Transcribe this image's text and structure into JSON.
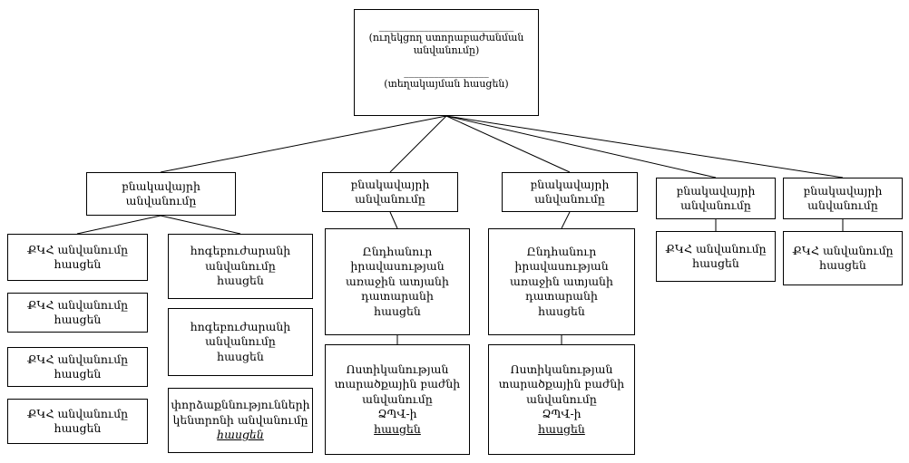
{
  "page": {
    "background": "#ffffff",
    "line_color": "#000000",
    "box_border_color": "#000000"
  },
  "root": {
    "blank_long": "___________________________",
    "caption_unit_lines": [
      "(ուղեկցող ստորաբաժանման",
      "անվանումը)"
    ],
    "blank_short": "_________________",
    "caption_address": "(տեղակայման հասցեն)"
  },
  "branches": [
    {
      "label_lines": [
        "բնակավայրի",
        "անվանումը"
      ],
      "prisons": [
        [
          "ՔԿՀ անվանումը",
          "հասցեն"
        ],
        [
          "ՔԿՀ անվանումը",
          "հասցեն"
        ],
        [
          "ՔԿՀ անվանումը",
          "հասցեն"
        ],
        [
          "ՔԿՀ անվանումը",
          "հասցեն"
        ]
      ],
      "psychiatric": [
        [
          "հոգեբուժարանի",
          "անվանումը",
          "հասցեն"
        ],
        [
          "հոգեբուժարանի",
          "անվանումը",
          "հասցեն"
        ]
      ],
      "expertise_center": {
        "name_lines": [
          "փորձաքննությունների",
          "կենտրոնի անվանումը"
        ],
        "address": "հասցեն"
      }
    },
    {
      "label_lines": [
        "բնակավայրի",
        "անվանումը"
      ],
      "court_lines": [
        "Ընդհանուր",
        "իրավասության",
        "առաջին ատյանի",
        "դատարանի",
        "հասցեն"
      ],
      "police": {
        "name_lines": [
          "Ոստիկանության",
          "տարածքային  բաժնի",
          "անվանումը",
          "ՁՊՎ-ի"
        ],
        "address": "հասցեն"
      }
    },
    {
      "label_lines": [
        "բնակավայրի",
        "անվանումը"
      ],
      "court_lines": [
        "Ընդհանուր",
        "իրավասության",
        "առաջին ատյանի",
        "դատարանի",
        "հասցեն"
      ],
      "police": {
        "name_lines": [
          "Ոստիկանության",
          "տարածքային  բաժնի",
          "անվանումը",
          "ՁՊՎ-ի"
        ],
        "address": "հասցեն"
      }
    },
    {
      "label_lines": [
        "բնակավայրի",
        "անվանումը"
      ],
      "prison": [
        "ՔԿՀ անվանումը",
        "հասցեն"
      ]
    },
    {
      "label_lines": [
        "բնակավայրի",
        "անվանումը"
      ],
      "prison": [
        "ՔԿՀ անվանումը",
        "հասցեն"
      ]
    }
  ]
}
